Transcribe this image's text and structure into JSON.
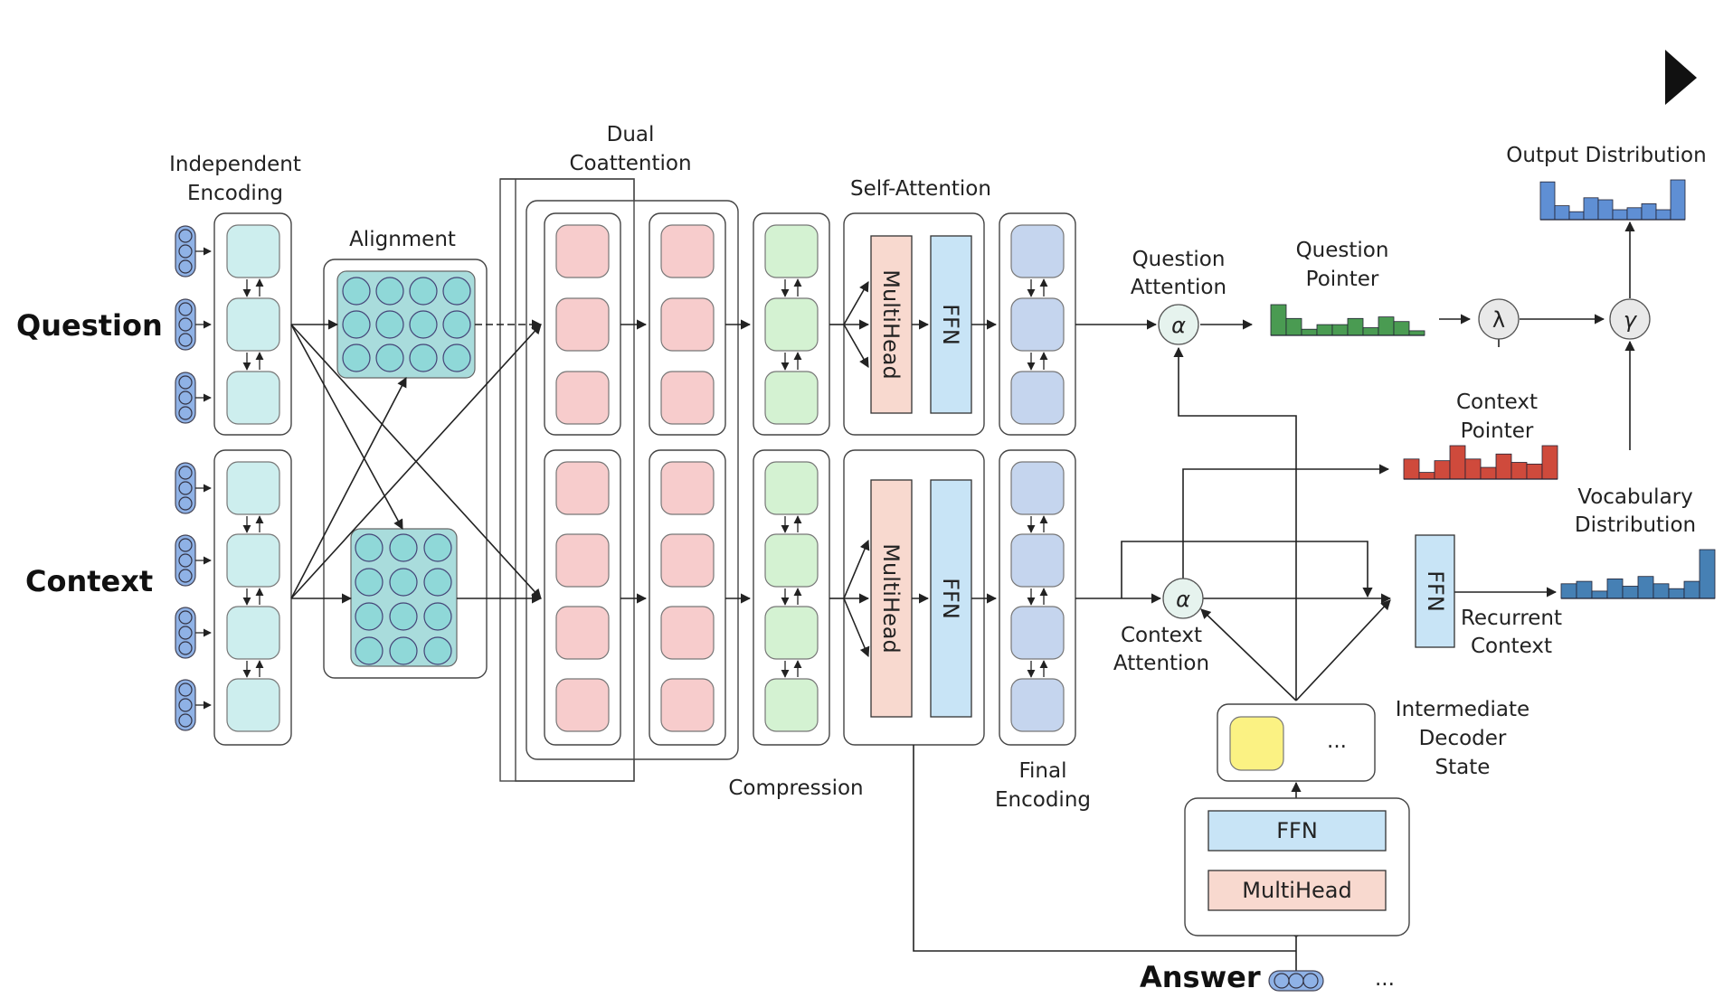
{
  "play_icon": "play-icon",
  "colors": {
    "teal": "#cdeeee",
    "pink": "#f7cccc",
    "green": "#d4f2d2",
    "blue": "#c5d5ee",
    "ffn": "#c8e4f6",
    "multihead": "#f8d9cf",
    "yellow": "#fbf283",
    "bar_green": "#4a9b52",
    "bar_red": "#cf4a3c",
    "bar_blue": "#5f8fd4",
    "bar_steel": "#4680b4"
  },
  "inputs": {
    "question": "Question",
    "context": "Context",
    "answer": "Answer",
    "answer_ellipsis": "..."
  },
  "stages": {
    "independent_encoding": [
      "Independent",
      "Encoding"
    ],
    "alignment": "Alignment",
    "dual_coattention": [
      "Dual",
      "Coattention"
    ],
    "self_attention": "Self-Attention",
    "compression": "Compression",
    "final_encoding": [
      "Final",
      "Encoding"
    ]
  },
  "blocks": {
    "multihead": "MultiHead",
    "ffn": "FFN",
    "alpha": "α",
    "lambda": "λ",
    "gamma": "γ",
    "state_ellipsis": "..."
  },
  "outputs": {
    "question_attention": [
      "Question",
      "Attention"
    ],
    "question_pointer": [
      "Question",
      "Pointer"
    ],
    "context_pointer": [
      "Context",
      "Pointer"
    ],
    "output_distribution": "Output Distribution",
    "vocabulary_distribution": [
      "Vocabulary",
      "Distribution"
    ],
    "context_attention": [
      "Context",
      "Attention"
    ],
    "recurrent_context": [
      "Recurrent",
      "Context"
    ],
    "intermediate_decoder_state": [
      "Intermediate",
      "Decoder",
      "State"
    ]
  },
  "histograms": {
    "output_distribution": [
      0.95,
      0.35,
      0.2,
      0.55,
      0.5,
      0.25,
      0.3,
      0.4,
      0.25,
      1.0
    ],
    "question_pointer": [
      1.0,
      0.55,
      0.2,
      0.35,
      0.35,
      0.55,
      0.25,
      0.6,
      0.45,
      0.15
    ],
    "context_pointer": [
      0.6,
      0.2,
      0.55,
      1.0,
      0.6,
      0.35,
      0.75,
      0.5,
      0.45,
      1.0
    ],
    "vocabulary_distribution": [
      0.3,
      0.35,
      0.15,
      0.4,
      0.25,
      0.45,
      0.3,
      0.2,
      0.35,
      1.0
    ]
  }
}
